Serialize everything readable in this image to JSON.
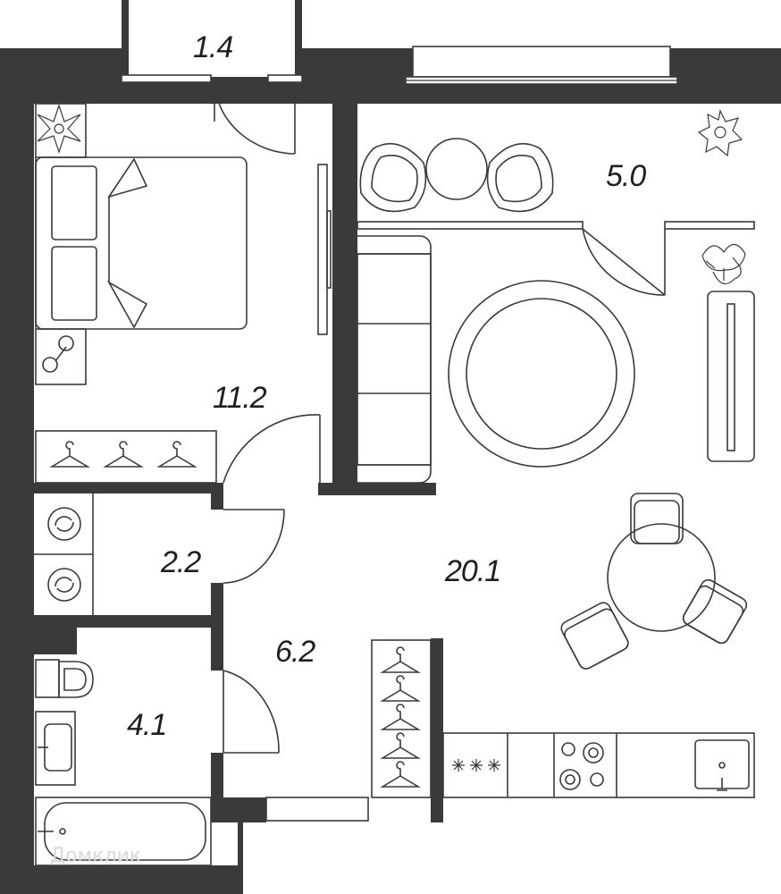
{
  "rooms": {
    "balcony": "1.4",
    "loggia": "5.0",
    "bedroom": "11.2",
    "living": "20.1",
    "laundry": "2.2",
    "hall": "6.2",
    "bathroom": "4.1"
  },
  "watermark": "Домклик",
  "colors": {
    "wall": "#3a3a3a",
    "line": "#3a3a3a",
    "background": "#ffffff"
  }
}
